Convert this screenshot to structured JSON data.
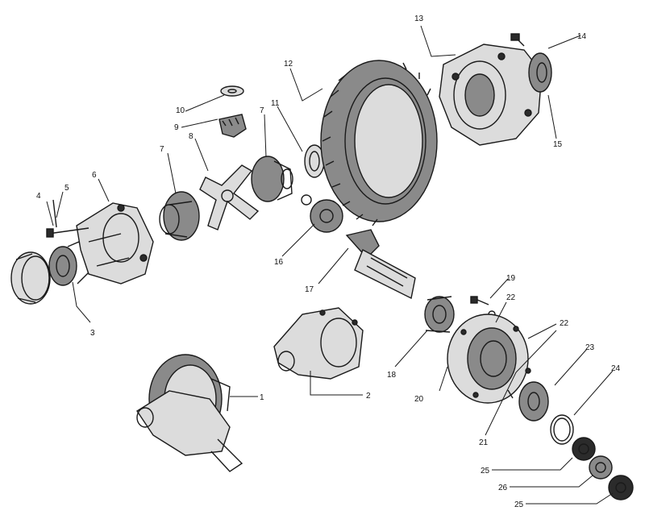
{
  "callouts": [
    {
      "id": "c1",
      "text": "1"
    },
    {
      "id": "c2",
      "text": "2"
    },
    {
      "id": "c3",
      "text": "3"
    },
    {
      "id": "c4",
      "text": "4"
    },
    {
      "id": "c5",
      "text": "5"
    },
    {
      "id": "c6",
      "text": "6"
    },
    {
      "id": "c7a",
      "text": "7"
    },
    {
      "id": "c7b",
      "text": "7"
    },
    {
      "id": "c8",
      "text": "8"
    },
    {
      "id": "c9",
      "text": "9"
    },
    {
      "id": "c10",
      "text": "10"
    },
    {
      "id": "c11",
      "text": "11"
    },
    {
      "id": "c12",
      "text": "12"
    },
    {
      "id": "c13",
      "text": "13"
    },
    {
      "id": "c14",
      "text": "14"
    },
    {
      "id": "c15",
      "text": "15"
    },
    {
      "id": "c16",
      "text": "16"
    },
    {
      "id": "c17",
      "text": "17"
    },
    {
      "id": "c18",
      "text": "18"
    },
    {
      "id": "c19",
      "text": "19"
    },
    {
      "id": "c20",
      "text": "20"
    },
    {
      "id": "c21",
      "text": "21"
    },
    {
      "id": "c22a",
      "text": "22"
    },
    {
      "id": "c22b",
      "text": "22"
    },
    {
      "id": "c23",
      "text": "23"
    },
    {
      "id": "c24",
      "text": "24"
    },
    {
      "id": "c25a",
      "text": "25"
    },
    {
      "id": "c26",
      "text": "26"
    },
    {
      "id": "c25b",
      "text": "25"
    }
  ]
}
